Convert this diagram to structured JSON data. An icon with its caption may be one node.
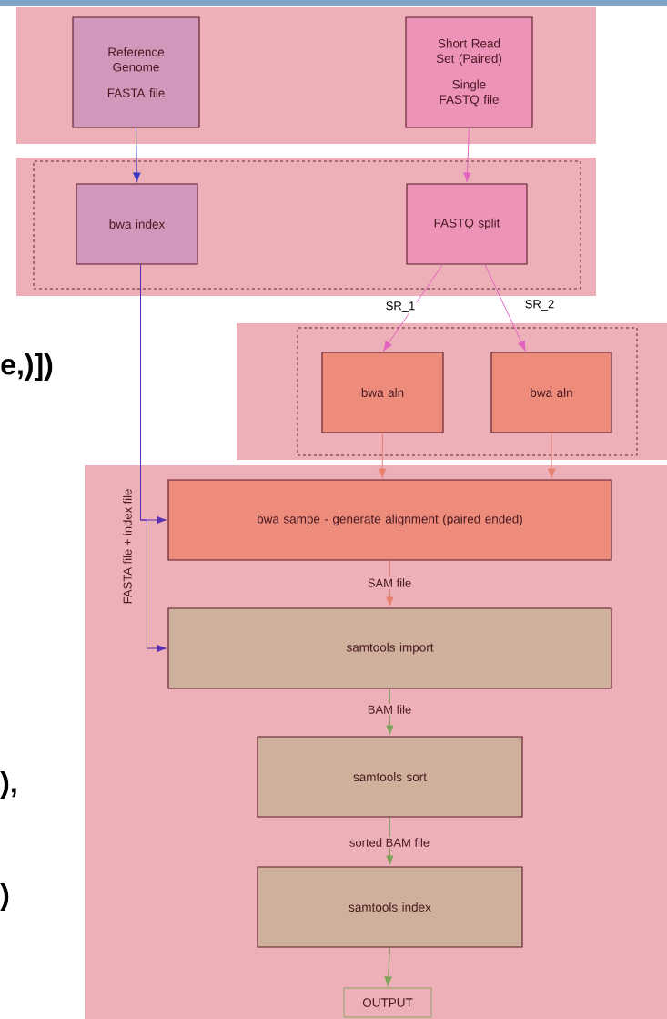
{
  "diagram": {
    "nodes": [
      {
        "text": [],
        "shape": "box"
      },
      {
        "text": [
          "Reference Genome",
          "FASTA file"
        ],
        "in": 0
      },
      {
        "text": [
          "Short Read Set (Paired)",
          "Single FASTQ file"
        ],
        "in": 0
      },
      {
        "text": [],
        "shape": "box"
      },
      {
        "text": [],
        "shape": "box",
        "in": 3
      },
      {
        "text": [
          "bwa index"
        ],
        "in": 4
      },
      {
        "text": [
          "FASTQ split"
        ],
        "in": 4
      },
      {
        "text": [],
        "shape": "box"
      },
      {
        "text": [],
        "shape": "box",
        "in": 7
      },
      {
        "text": [
          "bwa aln"
        ],
        "in": 8
      },
      {
        "text": [
          "bwa aln"
        ],
        "in": 8
      },
      {
        "text": [],
        "shape": "box"
      },
      {
        "text": [
          "bwa sampe - generate alignment (paired ended)"
        ],
        "in": 11
      },
      {
        "text": [
          "samtools import"
        ],
        "in": 11
      },
      {
        "text": [
          "samtools sort"
        ],
        "in": 11
      },
      {
        "text": [
          "samtools index"
        ],
        "in": 11
      },
      {
        "text": [
          "OUTPUT"
        ],
        "in": 11
      }
    ],
    "edges": [
      {
        "from": 1,
        "to": 5,
        "arrow": "to",
        "color": "#3b3bc8"
      },
      {
        "from": 2,
        "to": 6,
        "arrow": "to",
        "color": "#e264bf"
      },
      {
        "from": 6,
        "to": 9,
        "arrow": "to",
        "label": "SR_1",
        "color": "#e264bf"
      },
      {
        "from": 6,
        "to": 10,
        "arrow": "to",
        "label": "SR_2",
        "color": "#e264bf"
      },
      {
        "from": 9,
        "to": 12,
        "arrow": "to",
        "color": "#e8806e"
      },
      {
        "from": 10,
        "to": 12,
        "arrow": "to",
        "color": "#e8806e"
      },
      {
        "from": 5,
        "to": 12,
        "arrow": "to",
        "label": "FASTA file + index file",
        "color": "#5a2fb4"
      },
      {
        "from": 5,
        "to": 13,
        "arrow": "to",
        "color": "#5a2fb4"
      },
      {
        "from": 12,
        "to": 13,
        "arrow": "to",
        "label": "SAM file",
        "color": "#e8806e"
      },
      {
        "from": 13,
        "to": 14,
        "arrow": "to",
        "label": "BAM file",
        "color": "#7fa35a"
      },
      {
        "from": 14,
        "to": 15,
        "arrow": "to",
        "label": "sorted BAM file",
        "color": "#7fa35a"
      },
      {
        "from": 15,
        "to": 16,
        "arrow": "to",
        "color": "#7fa35a"
      }
    ],
    "labels": [
      "e,)])",
      "),",
      ")"
    ]
  }
}
